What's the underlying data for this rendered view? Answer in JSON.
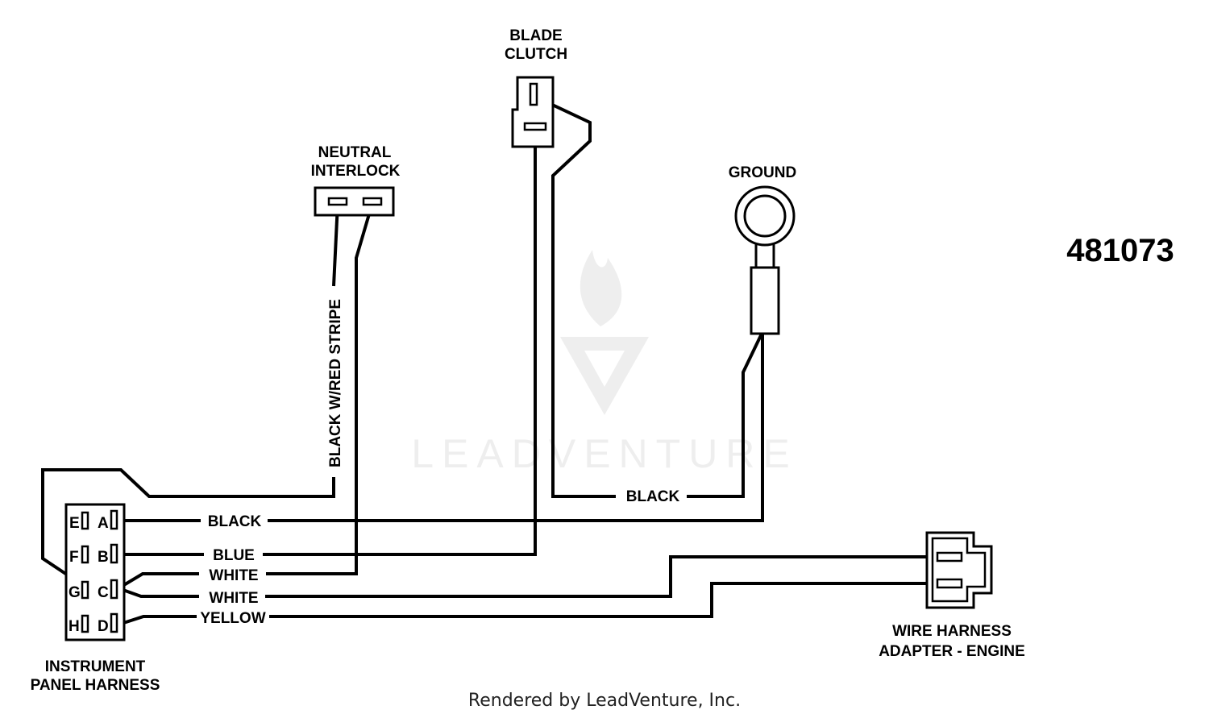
{
  "components": {
    "neutral_interlock": {
      "line1": "NEUTRAL",
      "line2": "INTERLOCK"
    },
    "blade_clutch": {
      "line1": "BLADE",
      "line2": "CLUTCH"
    },
    "ground": {
      "label": "GROUND"
    },
    "instrument_panel_harness": {
      "line1": "INSTRUMENT",
      "line2": "PANEL HARNESS",
      "pins": [
        "E",
        "A",
        "F",
        "B",
        "G",
        "C",
        "H",
        "D"
      ]
    },
    "wire_harness_adapter": {
      "line1": "WIRE HARNESS",
      "line2": "ADAPTER - ENGINE"
    }
  },
  "wires": {
    "black_red_stripe": "BLACK W/RED STRIPE",
    "black_clutch_ground": "BLACK",
    "black_a": "BLACK",
    "blue_b": "BLUE",
    "white_c1": "WHITE",
    "white_c2": "WHITE",
    "yellow_d": "YELLOW"
  },
  "part_number": "481073",
  "watermark": {
    "brand": "LEADVENTURE"
  },
  "footer": "Rendered by LeadVenture, Inc."
}
